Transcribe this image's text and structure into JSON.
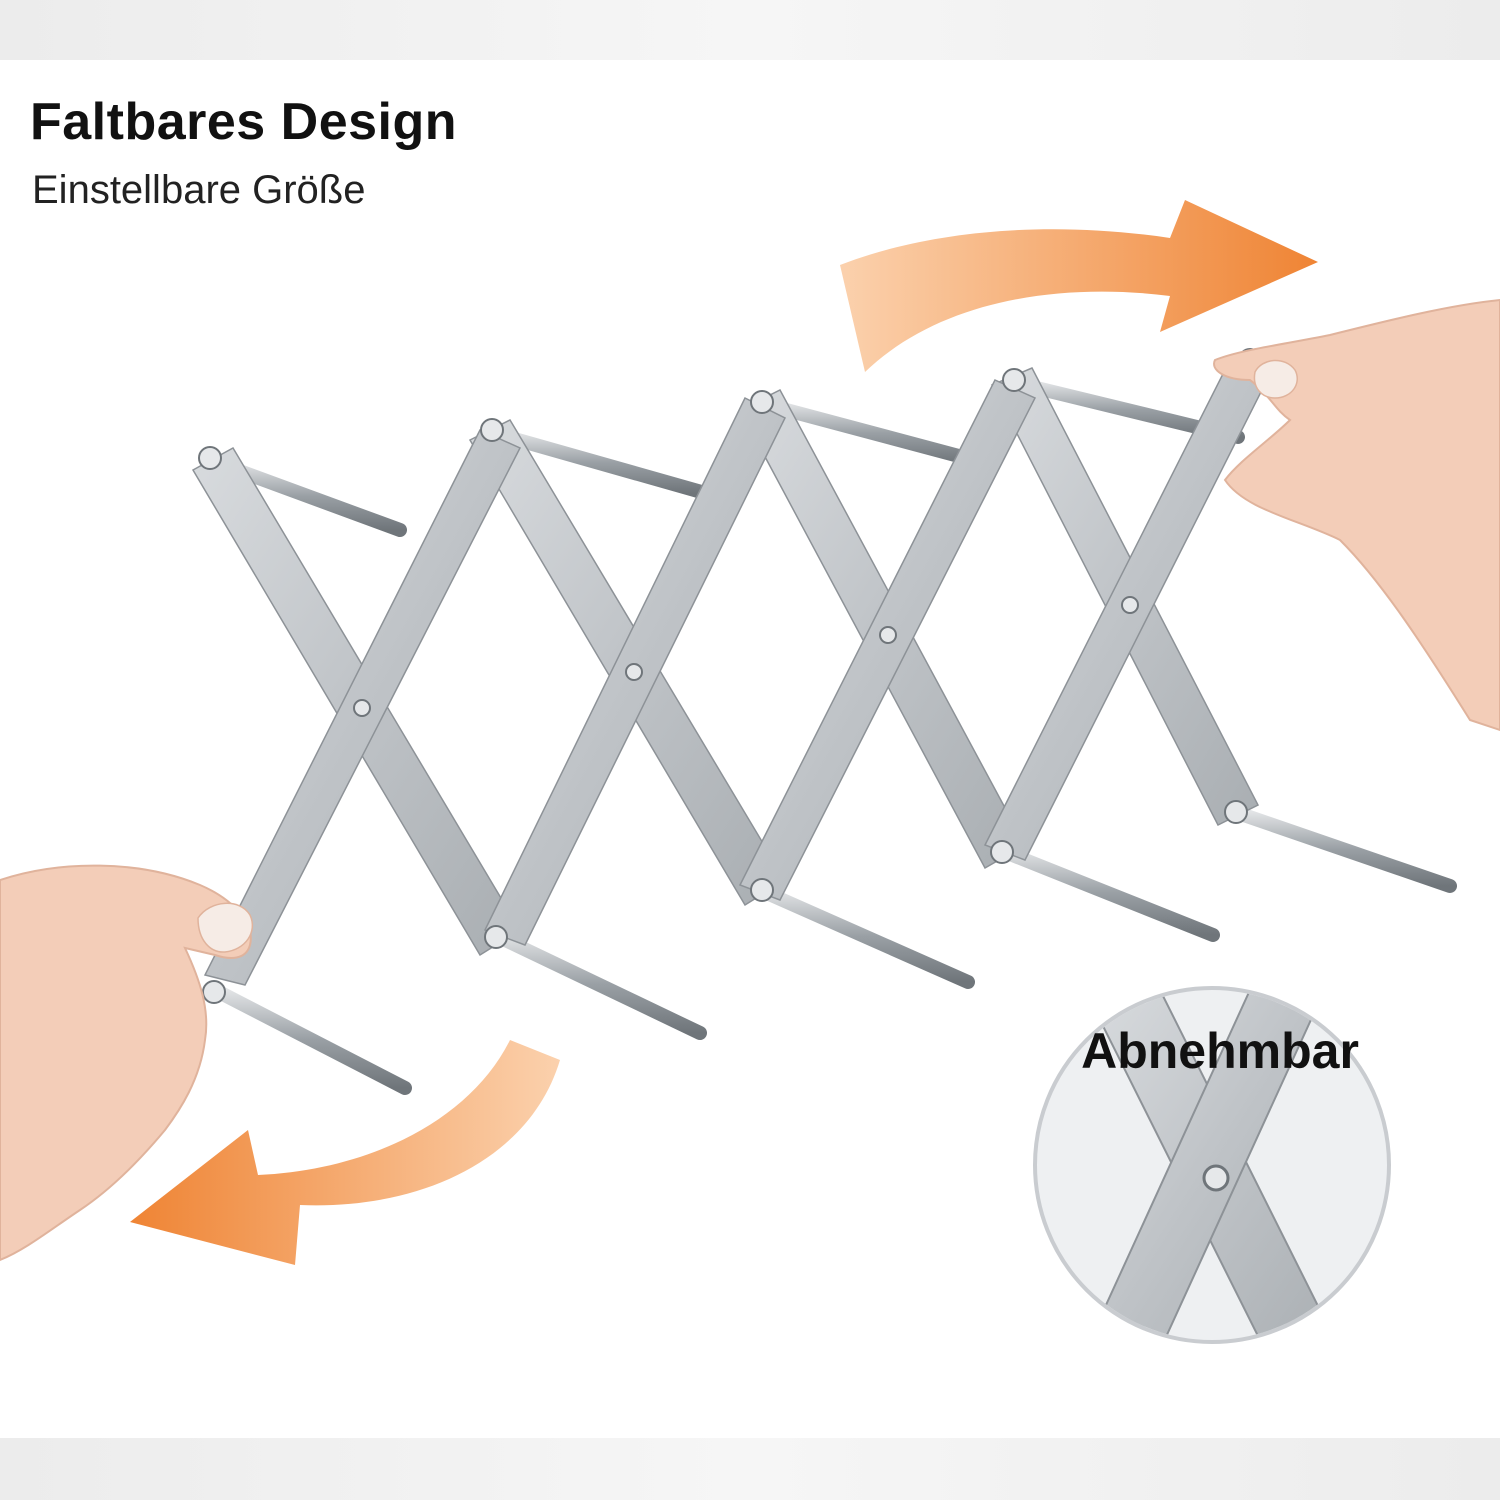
{
  "title": "Faltbares Design",
  "subtitle": "Einstellbare Größe",
  "zoom_label": "Abnehmbar",
  "colors": {
    "arrow": "#f08a3c",
    "metal": "#bfc3c7",
    "metal_dark": "#8d9297",
    "rod": "#9aa0a5",
    "skin": "#f3cdb8",
    "nail": "#f6ece6"
  },
  "icons": [
    "arrow-right-icon",
    "arrow-left-icon"
  ]
}
